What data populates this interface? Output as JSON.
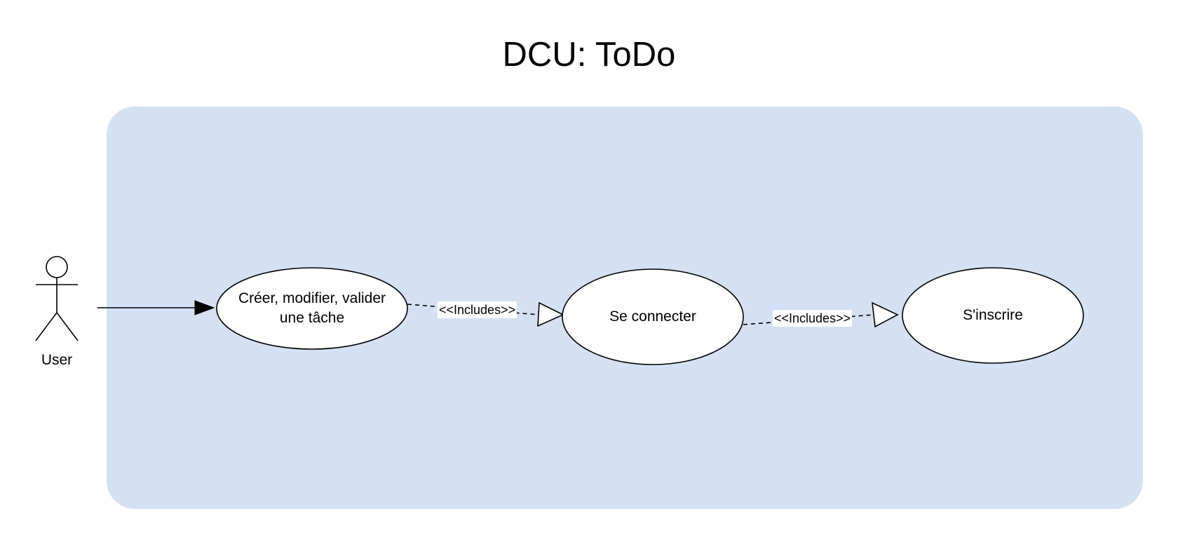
{
  "diagram": {
    "title": "DCU: ToDo",
    "actor": {
      "label": "User"
    },
    "use_cases": [
      {
        "id": "uc1",
        "label_line1": "Créer, modifier, valider",
        "label_line2": "une tâche"
      },
      {
        "id": "uc2",
        "label": "Se connecter"
      },
      {
        "id": "uc3",
        "label": "S'inscrire"
      }
    ],
    "relations": [
      {
        "from": "user",
        "to": "uc1",
        "type": "association"
      },
      {
        "from": "uc1",
        "to": "uc2",
        "type": "include",
        "label": "<<Includes>>"
      },
      {
        "from": "uc2",
        "to": "uc3",
        "type": "include",
        "label": "<<Includes>>"
      }
    ],
    "colors": {
      "system_boundary_fill": "#d4e1f5",
      "use_case_fill": "#ffffff",
      "stroke": "#000000"
    }
  }
}
